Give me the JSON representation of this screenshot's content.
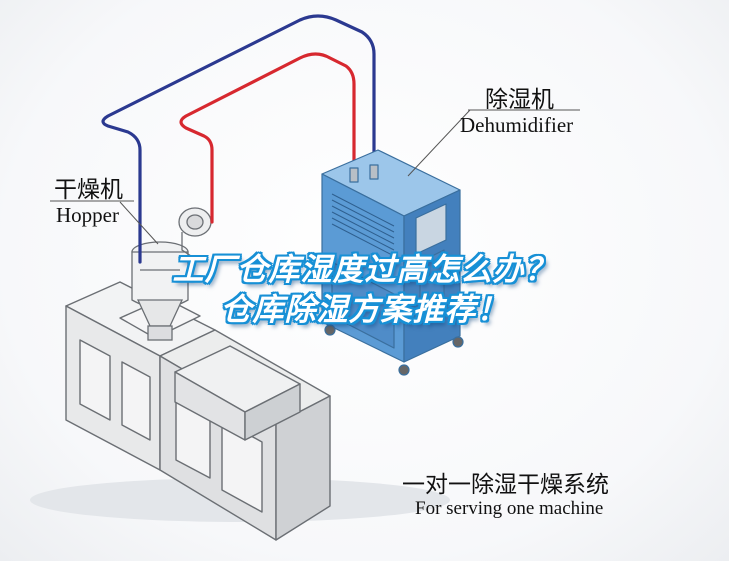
{
  "labels": {
    "dehumidifier_cn": "除湿机",
    "dehumidifier_en": "Dehumidifier",
    "hopper_cn": "干燥机",
    "hopper_en": "Hopper",
    "system_cn": "一对一除湿干燥系统",
    "system_en": "For serving one machine"
  },
  "headline": {
    "line1": "工厂仓库湿度过高怎么办？",
    "line2": "仓库除湿方案推荐！"
  },
  "colors": {
    "pipe_blue": "#2b3990",
    "pipe_red": "#d7282f",
    "unit_blue": "#5b9bd5",
    "headline_outline": "#1790d6"
  }
}
